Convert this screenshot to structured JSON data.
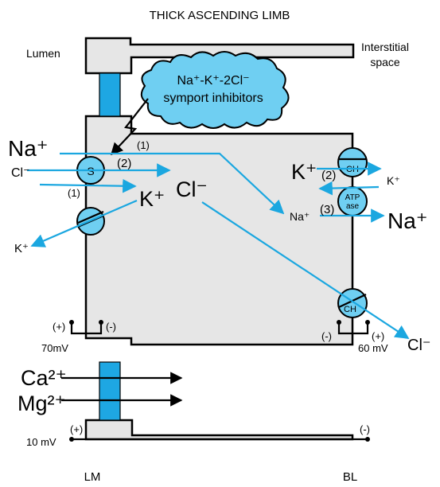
{
  "title": "THICK ASCENDING LIMB",
  "labels": {
    "lumen": "Lumen",
    "interstitial_line1": "Interstitial",
    "interstitial_line2": "space",
    "lm": "LM",
    "bl": "BL"
  },
  "inhibitor": {
    "line1": "Na⁺-K⁺-2Cl⁻",
    "line2": "symport inhibitors"
  },
  "transporters": {
    "symporter": "S",
    "channel_top": "CH",
    "channel_bottom": "CH",
    "atpase_line1": "ATP",
    "atpase_line2": "ase"
  },
  "ions": {
    "na_lumen": "Na⁺",
    "cl_lumen": "Cl⁻",
    "k_cell": "K⁺",
    "cl_cell": "Cl⁻",
    "k_lumen": "K⁺",
    "k_basolateral_big": "K⁺",
    "k_interstitial": "K⁺",
    "na_cell": "Na⁺",
    "na_interstitial": "Na⁺",
    "cl_interstitial": "Cl⁻",
    "ca": "Ca²⁺",
    "mg": "Mg²⁺"
  },
  "step_numbers": {
    "na_path": "(1)",
    "cl_path": "(2)",
    "k_path": "(1)",
    "k_channel": "(2)",
    "na_pump": "(3)"
  },
  "voltages": {
    "apical_plus": "(+)",
    "apical_minus": "(-)",
    "apical_value": "70mV",
    "baso_minus": "(-)",
    "baso_plus": "(+)",
    "baso_value": "60 mV",
    "trans_plus": "(+)",
    "trans_minus": "(-)",
    "trans_value": "10 mV"
  },
  "colors": {
    "ion_arrow": "#1ba7e0",
    "transporter_fill": "#6fcff2",
    "cell_fill": "#e6e6e6",
    "junction_fill": "#1ea7e3"
  }
}
